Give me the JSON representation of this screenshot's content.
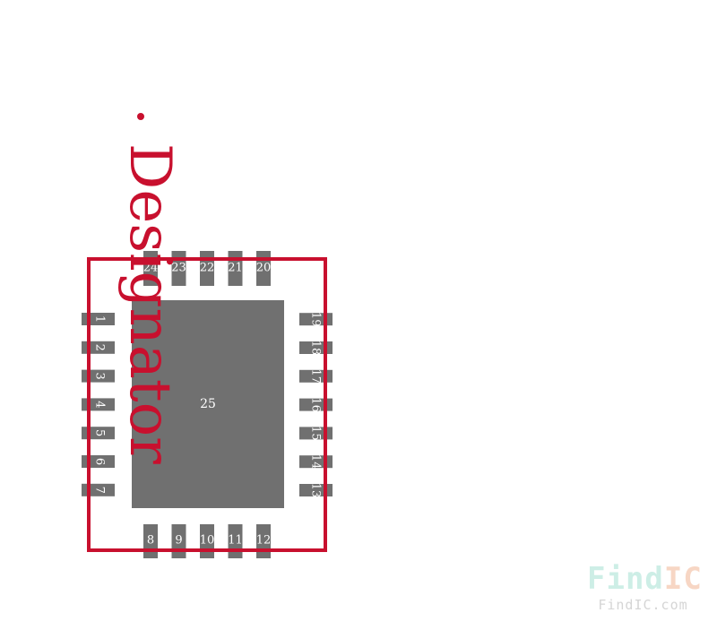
{
  "footprint": {
    "designator": "Designator",
    "center_pad": {
      "label": "25"
    },
    "pins_left": [
      "1",
      "2",
      "3",
      "4",
      "5",
      "6",
      "7"
    ],
    "pins_bottom": [
      "8",
      "9",
      "10",
      "11",
      "12"
    ],
    "pins_right": [
      "13",
      "14",
      "15",
      "16",
      "17",
      "18",
      "19"
    ],
    "pins_top": [
      "20",
      "21",
      "22",
      "23",
      "24"
    ]
  },
  "watermark": {
    "logo_find": "Find",
    "logo_ic": "IC",
    "url": "FindIC.com"
  },
  "colors": {
    "outline": "#c8102e",
    "pad": "#707070",
    "pin_text": "#ffffff"
  }
}
